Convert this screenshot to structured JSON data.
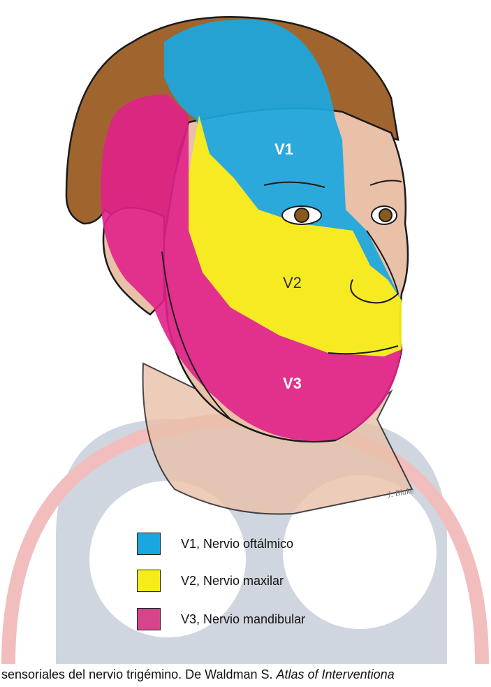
{
  "zones": [
    {
      "id": "V1",
      "label": "V1",
      "color": "#1aa7e0"
    },
    {
      "id": "V2",
      "label": "V2",
      "color": "#f7ec1b"
    },
    {
      "id": "V3",
      "label": "V3",
      "color": "#e0218a"
    }
  ],
  "legend": [
    {
      "text": "V1, Nervio oftálmico",
      "color": "#1aa7e0"
    },
    {
      "text": "V2, Nervio maxilar",
      "color": "#f7ec1b"
    },
    {
      "text": "V3, Nervio mandibular",
      "color": "#d4458c"
    }
  ],
  "caption": {
    "text": "s sensoriales del nervio trigémino. De Waldman S. ",
    "italic": "Atlas of Interventiona"
  },
  "signature": "J. Blake",
  "colors": {
    "skin": "#e9c0a8",
    "skin_shadow": "#c99a87",
    "hair": "#a0652e",
    "outline": "#1a1a1a",
    "watermark_gray": "#aab6c5",
    "watermark_red": "#e88a88"
  }
}
